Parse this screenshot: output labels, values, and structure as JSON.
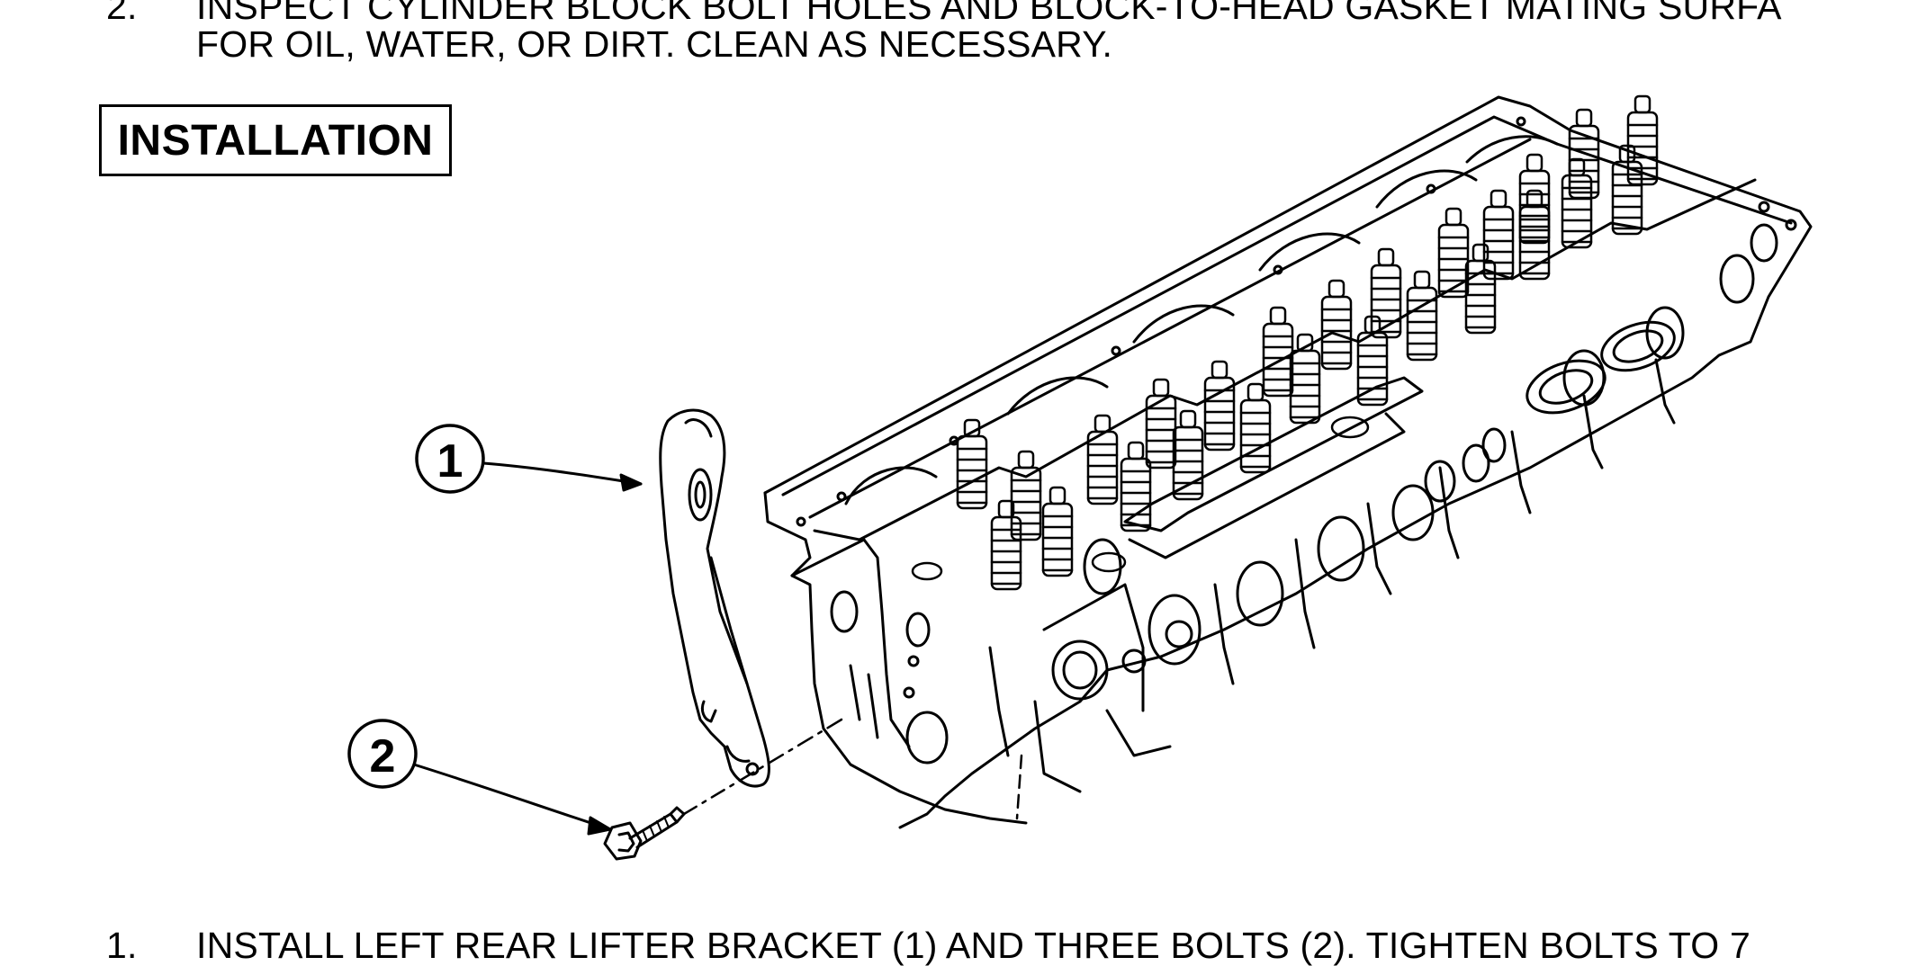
{
  "prev_step": {
    "number": "2.",
    "line1": "INSPECT CYLINDER BLOCK BOLT HOLES AND BLOCK-TO-HEAD GASKET MATING SURFA",
    "line2": "FOR OIL, WATER, OR DIRT. CLEAN AS NECESSARY."
  },
  "section_heading": "INSTALLATION",
  "figure": {
    "callouts": [
      {
        "label": "1"
      },
      {
        "label": "2"
      }
    ]
  },
  "next_step": {
    "number": "1.",
    "text": "INSTALL LEFT REAR LIFTER BRACKET (1) AND THREE BOLTS (2). TIGHTEN BOLTS TO 7"
  }
}
